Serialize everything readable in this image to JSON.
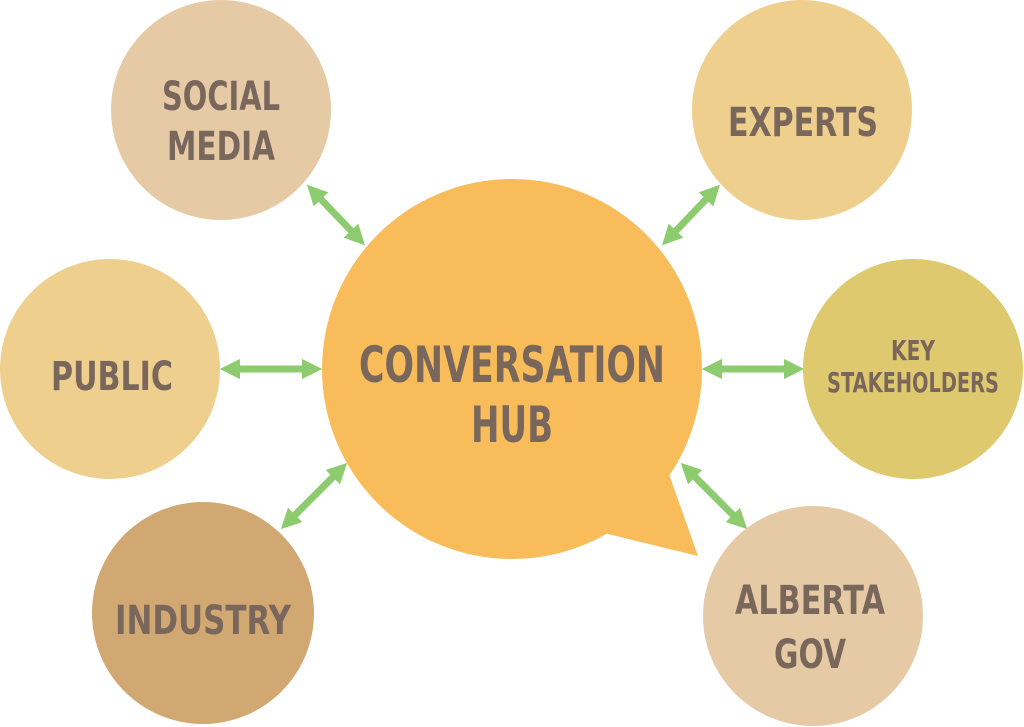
{
  "hub": {
    "line1": "CONVERSATION",
    "line2": "HUB"
  },
  "nodes": {
    "social_media": {
      "line1": "SOCIAL",
      "line2": "MEDIA"
    },
    "experts": {
      "line1": "EXPERTS"
    },
    "public": {
      "line1": "PUBLIC"
    },
    "key_stakeholders": {
      "line1": "KEY",
      "line2": "STAKEHOLDERS"
    },
    "industry": {
      "line1": "INDUSTRY"
    },
    "alberta_gov": {
      "line1": "ALBERTA",
      "line2": "GOV"
    }
  },
  "colors": {
    "hub": "#f8bd5a",
    "social_media": "#e6caa5",
    "experts": "#eecf8d",
    "public": "#eecf8d",
    "key_stakeholders": "#dfc96e",
    "industry": "#d1a872",
    "alberta_gov": "#e6caa5",
    "arrow": "#8ccb6e",
    "text": "#7a675c"
  }
}
